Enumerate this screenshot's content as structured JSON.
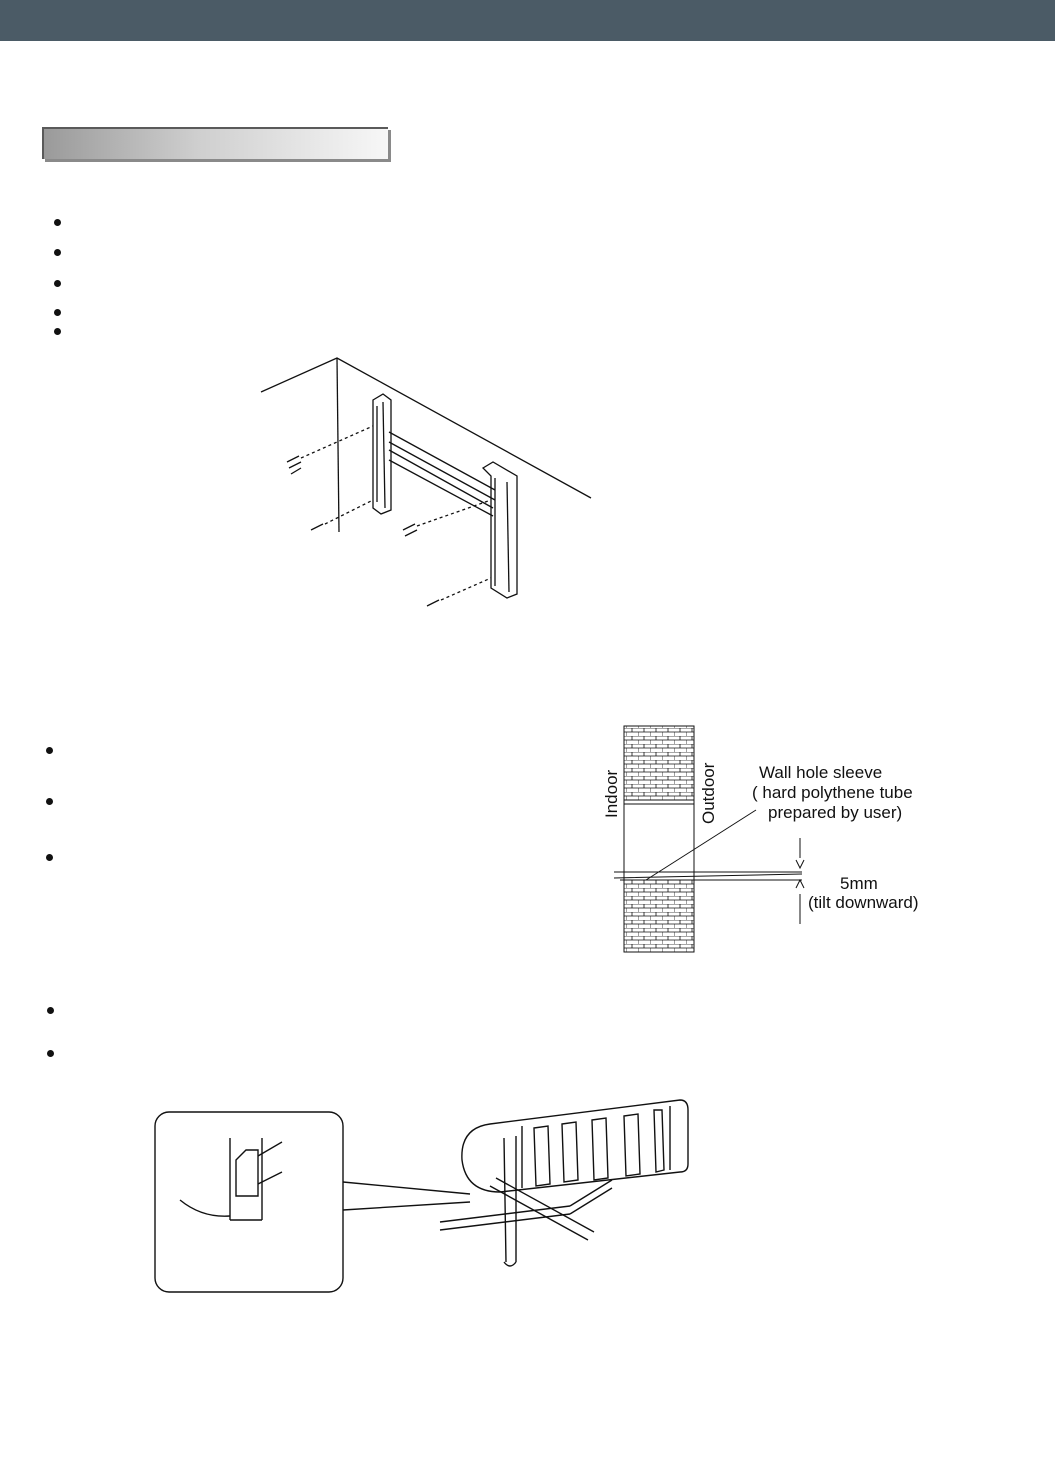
{
  "diagram_wall_hole": {
    "label_indoor": "Indoor",
    "label_outdoor": "Outdoor",
    "label_sleeve_line1": "Wall hole sleeve",
    "label_sleeve_line2": "( hard polythene tube",
    "label_sleeve_line3": "prepared by user)",
    "label_dimension": "5mm",
    "label_tilt": "(tilt downward)"
  }
}
